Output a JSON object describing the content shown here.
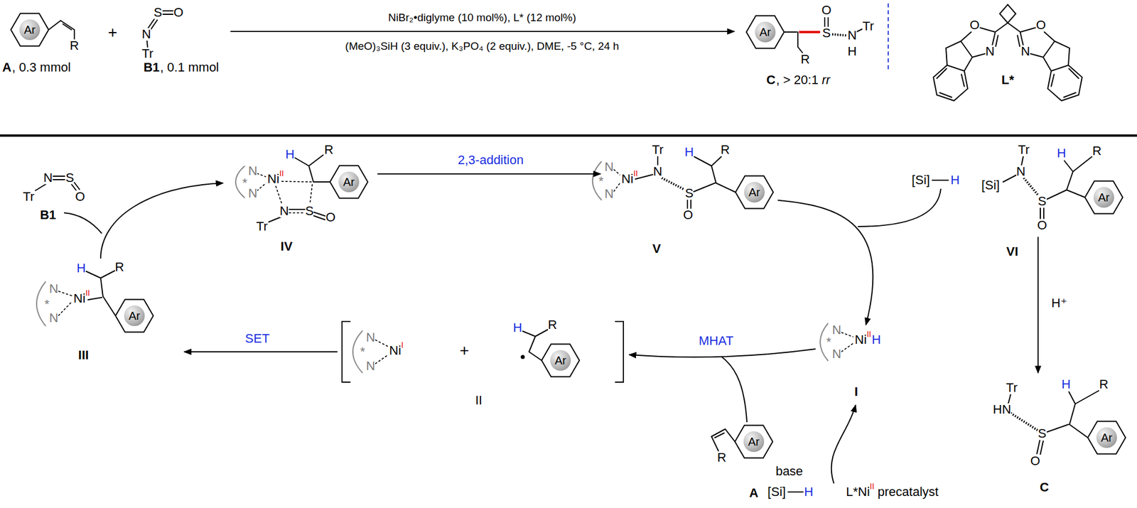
{
  "diagram": {
    "nodes": [
      {
        "text": [
          "Ar"
        ]
      },
      {
        "text": [
          "Ar"
        ]
      },
      {
        "text": [
          "Ar"
        ]
      },
      {
        "text": [
          "Ar"
        ]
      },
      {
        "text": [
          "Ar"
        ]
      },
      {
        "text": [
          "Ar"
        ]
      },
      {
        "text": [
          "Ar"
        ]
      },
      {
        "text": [
          "Ar"
        ]
      },
      {
        "text": [
          "Ar"
        ]
      }
    ],
    "labels": [
      "A",
      ", 0.3 mmol",
      "R",
      "+",
      "S",
      "O",
      "N",
      "Tr",
      "B1",
      ", 0.1 mmol",
      "NiBr₂•diglyme (10 mol%), L* (12 mol%)",
      "(MeO)₃SiH (3 equiv.), K₃PO₄ (2 equiv.), DME, -5 °C, 24 h",
      "S",
      "O",
      "N",
      "H",
      "Tr",
      "R",
      "C",
      ", > 20:1",
      "rr",
      "O",
      "N",
      "O",
      "N",
      "L*",
      "N",
      "S",
      "O",
      "Tr",
      "B1",
      "H",
      "R",
      "N",
      "Ni",
      "II",
      "N",
      "*",
      "III",
      "SET",
      "H",
      "R",
      "N",
      "Ni",
      "II",
      "N",
      "*",
      "N",
      "S",
      "O",
      "Tr",
      "IV",
      "2,3-addition",
      "N",
      "Ni",
      "I",
      "N",
      "*",
      "+",
      "H",
      "R",
      "II",
      "MHAT",
      "Tr",
      "N",
      "Ni",
      "II",
      "N",
      "N",
      "*",
      "H",
      "R",
      "S",
      "O",
      "V",
      "[Si]",
      "H",
      "Tr",
      "N",
      "[Si]",
      "H",
      "R",
      "S",
      "O",
      "VI",
      "H⁺",
      "N",
      "Ni",
      "II",
      "H",
      "N",
      "*",
      "I",
      "base",
      "[Si]",
      "H",
      "L*Ni",
      "II",
      "precatalyst",
      "R",
      "A",
      "Tr",
      "HN",
      "S",
      "O",
      "H",
      "R",
      "C"
    ]
  }
}
